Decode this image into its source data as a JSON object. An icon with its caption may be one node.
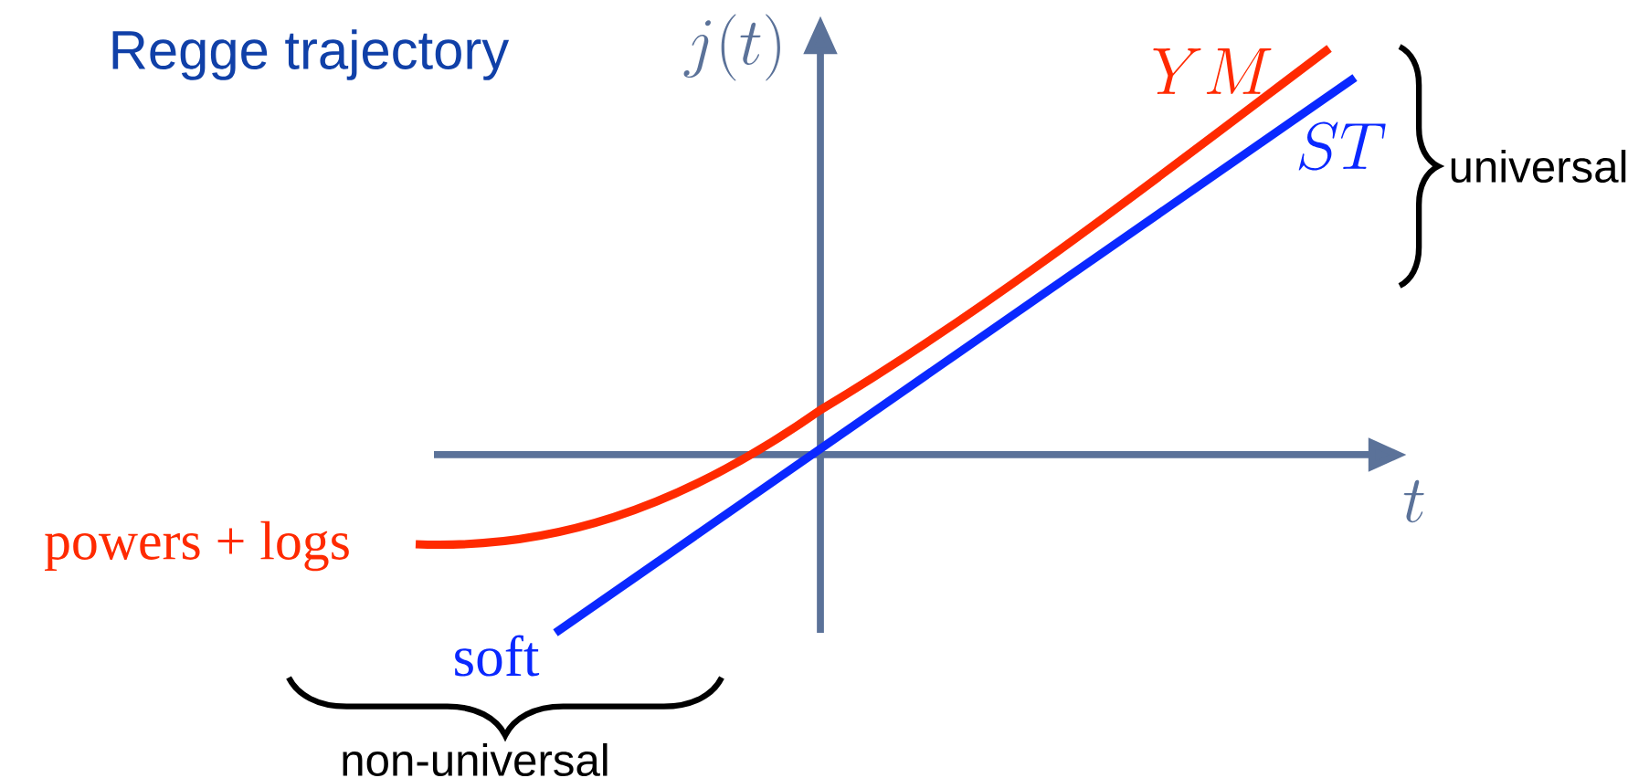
{
  "diagram": {
    "title": "Regge trajectory",
    "labels": [
      "j(t)",
      "YM",
      "ST",
      "universal",
      "t",
      "powers + logs",
      "soft",
      "non-universal"
    ]
  }
}
